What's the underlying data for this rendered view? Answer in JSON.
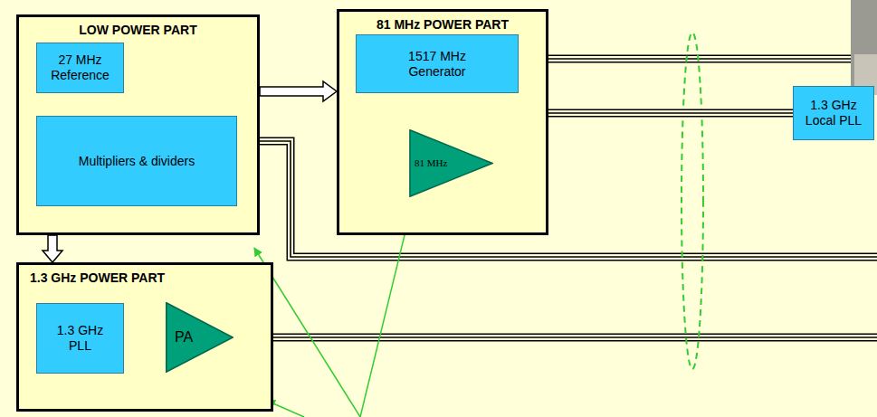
{
  "diagram": {
    "nodes": [
      {
        "text": [
          "LOW POWER PART"
        ]
      },
      {
        "text": [
          "27 MHz Reference"
        ],
        "in": 0
      },
      {
        "text": [
          "Multipliers & dividers"
        ],
        "in": 0
      },
      {
        "text": [
          "81 MHz POWER PART"
        ]
      },
      {
        "text": [
          "1517 MHz Generator"
        ],
        "in": 3
      },
      {
        "text": [
          "81 MHz"
        ],
        "in": 3
      },
      {
        "text": [
          "1.3 GHz POWER PART"
        ]
      },
      {
        "text": [
          "1.3 GHz PLL"
        ],
        "in": 6
      },
      {
        "text": [
          "PA"
        ],
        "in": 6
      },
      {
        "text": [
          "1.3 GHz Local PLL"
        ]
      }
    ],
    "edges": [
      {
        "from": 0,
        "to": 3,
        "arrow": "to"
      },
      {
        "from": 0,
        "to": 6,
        "arrow": "to"
      },
      {
        "from": 1,
        "to": 2,
        "arrow": "to"
      },
      {
        "from": 5,
        "to": 9,
        "arrow": "none"
      }
    ]
  }
}
